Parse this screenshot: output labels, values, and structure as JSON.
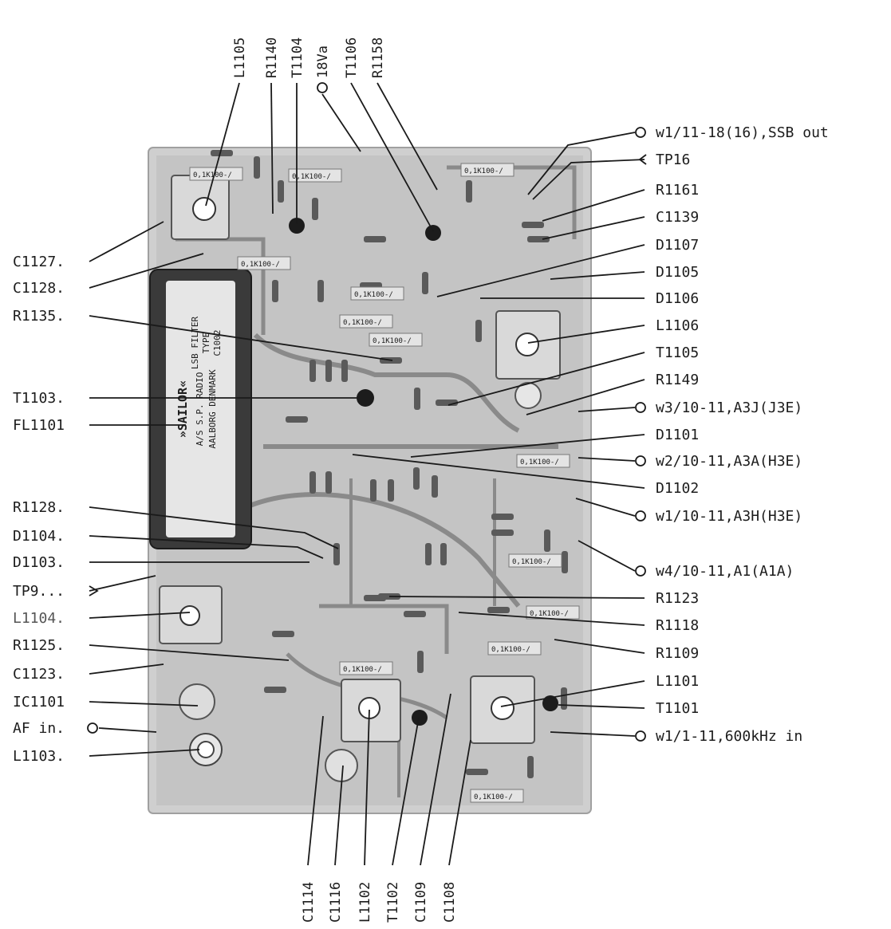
{
  "filter_module": {
    "brand": "»SAILOR«",
    "maker": "A/S S.P. RADIO",
    "city": "AALBORG DENMARK",
    "type_lines": [
      "LSB FILTER",
      "TYPE",
      "C1002"
    ]
  },
  "component_marking": "0,1K100-/",
  "top_labels": [
    "L1105",
    "R1140",
    "T1104",
    "18Va",
    "T1106",
    "R1158"
  ],
  "bottom_labels": [
    "C1114",
    "C1116",
    "L1102",
    "T1102",
    "C1109",
    "C1108"
  ],
  "left_labels": [
    "C1127.",
    "C1128.",
    "R1135.",
    "T1103.",
    "FL1101",
    "R1128.",
    "D1104.",
    "D1103.",
    "TP9...",
    "L1104.",
    "R1125.",
    "C1123.",
    "IC1101",
    "AF in.",
    "L1103."
  ],
  "right_labels": [
    "w1/11-18(16),SSB out",
    "TP16",
    "R1161",
    "C1139",
    "D1107",
    "D1105",
    "D1106",
    "L1106",
    "T1105",
    "R1149",
    "w3/10-11,A3J(J3E)",
    "D1101",
    "w2/10-11,A3A(H3E)",
    "D1102",
    "w1/10-11,A3H(H3E)",
    "w4/10-11,A1(A1A)",
    "R1123",
    "R1118",
    "R1109",
    "L1101",
    "T1101",
    "w1/1-11,600kHz in"
  ],
  "colors": {
    "paper": "#ffffff",
    "board": "#c9c9c9",
    "board_dark": "#9a9a9a",
    "filter_body": "#3a3a3a",
    "ink": "#1c1c1c"
  }
}
